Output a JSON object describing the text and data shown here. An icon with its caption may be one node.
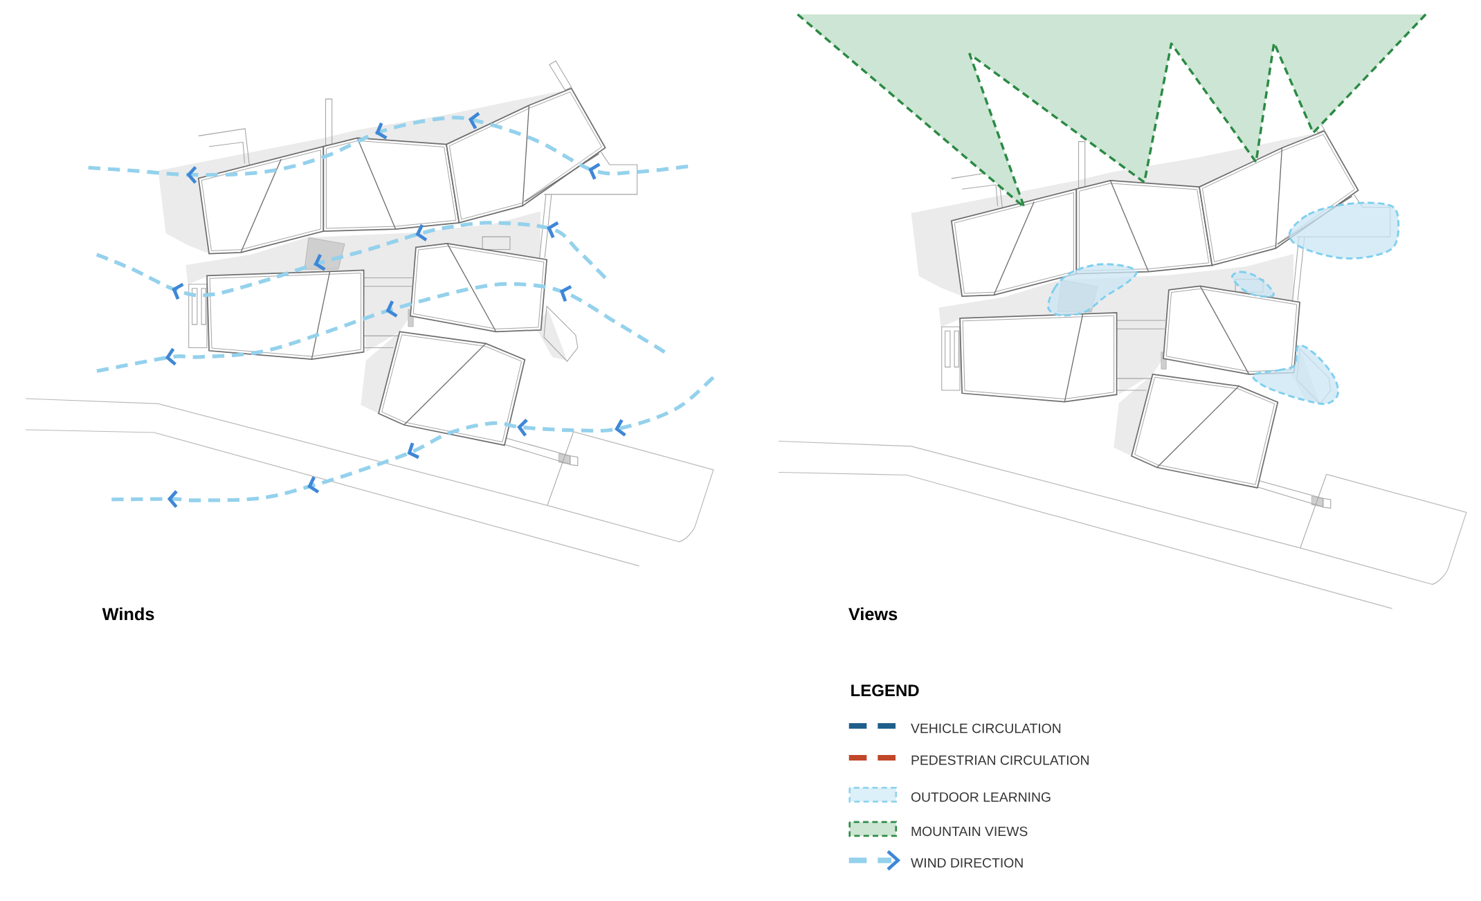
{
  "diagram": {
    "labels": [
      "Winds",
      "Views",
      "LEGEND"
    ],
    "legend": [
      {
        "text": "VEHICLE CIRCULATION",
        "color": "#1f5f8b"
      },
      {
        "text": "PEDESTRIAN CIRCULATION",
        "color": "#c0472a"
      },
      {
        "text": "OUTDOOR LEARNING",
        "color": "#dcf0fa"
      },
      {
        "text": "MOUNTAIN VIEWS",
        "color": "#cde6d4"
      },
      {
        "text": "WIND DIRECTION"
      }
    ]
  }
}
